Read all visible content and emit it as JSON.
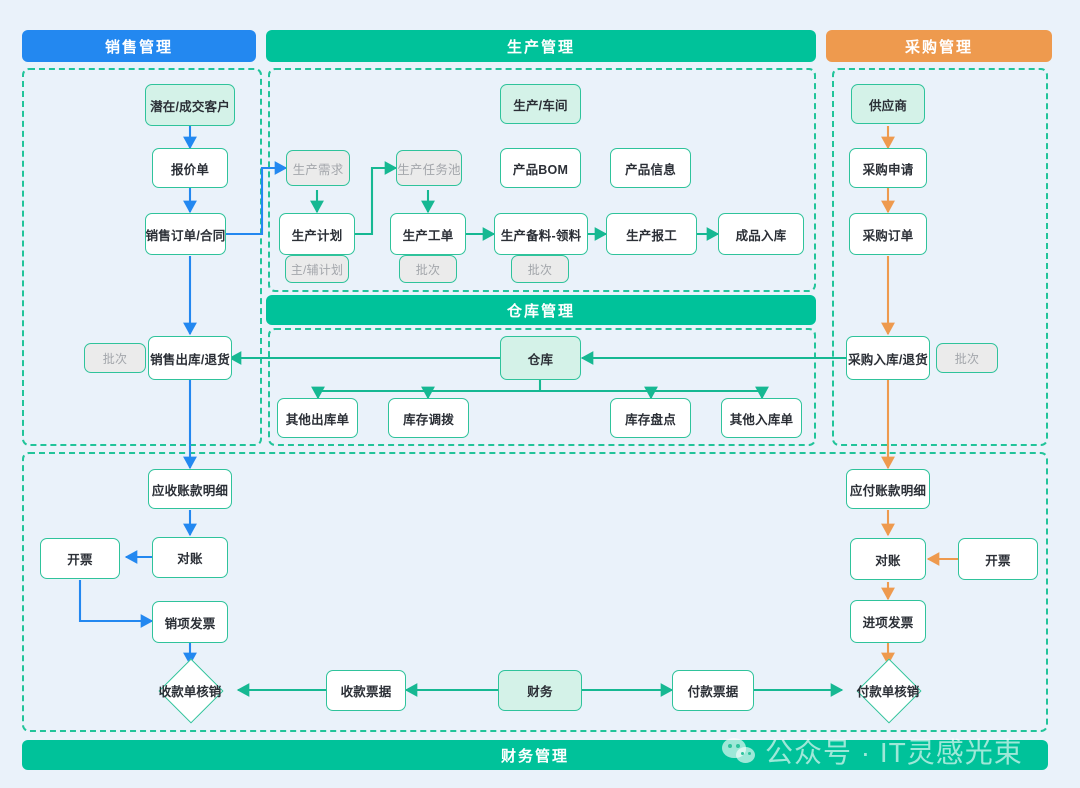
{
  "headers": [
    {
      "key": "sales",
      "label": "销售管理",
      "color": "#2388f0"
    },
    {
      "key": "production",
      "label": "生产管理",
      "color": "#00c29a"
    },
    {
      "key": "purchase",
      "label": "采购管理",
      "color": "#ee9a4e"
    },
    {
      "key": "warehouse",
      "label": "仓库管理",
      "color": "#00c29a"
    },
    {
      "key": "finance",
      "label": "财务管理",
      "color": "#00c29a"
    }
  ],
  "colors": {
    "background": "#eaf2fa",
    "sales_accent": "#2388f0",
    "production_accent": "#00c29a",
    "purchase_accent": "#ee9a4e",
    "warehouse_accent": "#00c29a",
    "finance_accent": "#00c29a",
    "node_border": "#2fc39b",
    "entity_fill": "#d4f2e8",
    "muted_fill": "#ebebeb",
    "muted_text": "#a3a6ab",
    "group_border": "#22c49a"
  },
  "sales": {
    "nodes": [
      {
        "key": "customer",
        "label": "潜在/成交客户",
        "type": "entity"
      },
      {
        "key": "quotation",
        "label": "报价单",
        "type": "normal"
      },
      {
        "key": "sales_order",
        "label": "销售订单/合同",
        "type": "normal"
      },
      {
        "key": "sales_out",
        "label": "销售出库/退货",
        "type": "normal"
      },
      {
        "key": "batch_tag",
        "label": "批次",
        "type": "tag"
      }
    ]
  },
  "production": {
    "nodes": [
      {
        "key": "workshop",
        "label": "生产/车间",
        "type": "entity"
      },
      {
        "key": "prod_demand",
        "label": "生产需求",
        "type": "muted"
      },
      {
        "key": "task_pool",
        "label": "生产任务池",
        "type": "muted"
      },
      {
        "key": "product_bom",
        "label": "产品BOM",
        "type": "normal"
      },
      {
        "key": "product_info",
        "label": "产品信息",
        "type": "normal"
      },
      {
        "key": "prod_plan",
        "label": "生产计划",
        "type": "normal"
      },
      {
        "key": "work_order",
        "label": "生产工单",
        "type": "normal"
      },
      {
        "key": "prepare",
        "label": "生产备料-领料",
        "type": "normal"
      },
      {
        "key": "report_work",
        "label": "生产报工",
        "type": "normal"
      },
      {
        "key": "fg_in",
        "label": "成品入库",
        "type": "normal"
      },
      {
        "key": "plan_tag",
        "label": "主/辅计划",
        "type": "tag"
      },
      {
        "key": "wo_tag",
        "label": "批次",
        "type": "tag"
      },
      {
        "key": "prep_tag",
        "label": "批次",
        "type": "tag"
      }
    ]
  },
  "purchase": {
    "nodes": [
      {
        "key": "supplier",
        "label": "供应商",
        "type": "entity"
      },
      {
        "key": "pr",
        "label": "采购申请",
        "type": "normal"
      },
      {
        "key": "po",
        "label": "采购订单",
        "type": "normal"
      },
      {
        "key": "purchase_in",
        "label": "采购入库/退货",
        "type": "normal"
      },
      {
        "key": "batch_tag",
        "label": "批次",
        "type": "tag"
      }
    ]
  },
  "warehouse": {
    "nodes": [
      {
        "key": "warehouse",
        "label": "仓库",
        "type": "entity"
      },
      {
        "key": "other_out",
        "label": "其他出库单",
        "type": "normal"
      },
      {
        "key": "transfer",
        "label": "库存调拨",
        "type": "normal"
      },
      {
        "key": "stocktake",
        "label": "库存盘点",
        "type": "normal"
      },
      {
        "key": "other_in",
        "label": "其他入库单",
        "type": "normal"
      }
    ]
  },
  "finance": {
    "nodes": [
      {
        "key": "ar_detail",
        "label": "应收账款明细",
        "type": "normal"
      },
      {
        "key": "ar_recon",
        "label": "对账",
        "type": "normal"
      },
      {
        "key": "ar_invoice",
        "label": "开票",
        "type": "normal"
      },
      {
        "key": "out_invoice",
        "label": "销项发票",
        "type": "normal"
      },
      {
        "key": "ar_settle",
        "label": "收款单核销",
        "type": "diamond"
      },
      {
        "key": "receipt",
        "label": "收款票据",
        "type": "normal"
      },
      {
        "key": "treasury",
        "label": "财务",
        "type": "entity"
      },
      {
        "key": "payment",
        "label": "付款票据",
        "type": "normal"
      },
      {
        "key": "ap_settle",
        "label": "付款单核销",
        "type": "diamond"
      },
      {
        "key": "ap_detail",
        "label": "应付账款明细",
        "type": "normal"
      },
      {
        "key": "ap_recon",
        "label": "对账",
        "type": "normal"
      },
      {
        "key": "ap_invoice",
        "label": "开票",
        "type": "normal"
      },
      {
        "key": "in_invoice",
        "label": "进项发票",
        "type": "normal"
      }
    ]
  },
  "watermark": {
    "text": "公众号 · IT灵感光束",
    "icon": "wechat-icon"
  }
}
